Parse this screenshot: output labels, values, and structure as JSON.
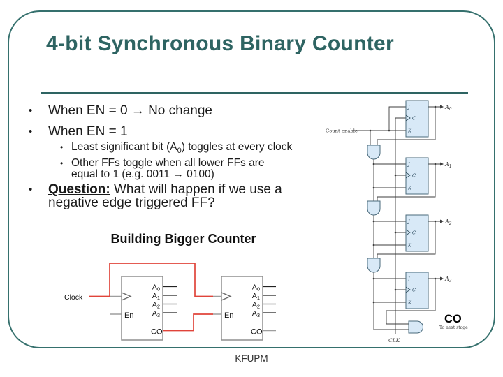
{
  "slide": {
    "title": "4-bit Synchronous Binary Counter",
    "footer": "KFUPM"
  },
  "colors": {
    "teal": "#2E6462",
    "border_teal": "#35706D",
    "red": "#E0443A",
    "ff_fill": "#D8E9F7",
    "wire_gray": "#9E9E9E"
  },
  "bullets": {
    "marker": "•",
    "item1": "When EN = 0 → No change",
    "item2": "When EN = 1",
    "sub1": {
      "pre": "Least significant bit (A",
      "sub": "0",
      "post": ") toggles at every clock"
    },
    "sub2": "Other FFs toggle when all lower FFs are equal to 1 (e.g. 0011 → 0100)",
    "question_label": "Question:",
    "question_text": " What will happen if we use a negative edge triggered FF?"
  },
  "bigger_counter": {
    "heading": "Building Bigger Counter",
    "clock_label": "Clock",
    "en_label": "En",
    "co_label": "CO",
    "outputs": [
      {
        "base": "A",
        "sub": "0"
      },
      {
        "base": "A",
        "sub": "1"
      },
      {
        "base": "A",
        "sub": "2"
      },
      {
        "base": "A",
        "sub": "3"
      }
    ]
  },
  "circuit": {
    "count_enable_label": "Count enable",
    "clk_label": "CLK",
    "co_label": "CO",
    "to_next_stage_label": "To next stage",
    "ff_labels": {
      "j": "J",
      "c": "C",
      "k": "K"
    },
    "outputs": [
      {
        "base": "A",
        "sub": "0"
      },
      {
        "base": "A",
        "sub": "1"
      },
      {
        "base": "A",
        "sub": "2"
      },
      {
        "base": "A",
        "sub": "3"
      }
    ]
  }
}
